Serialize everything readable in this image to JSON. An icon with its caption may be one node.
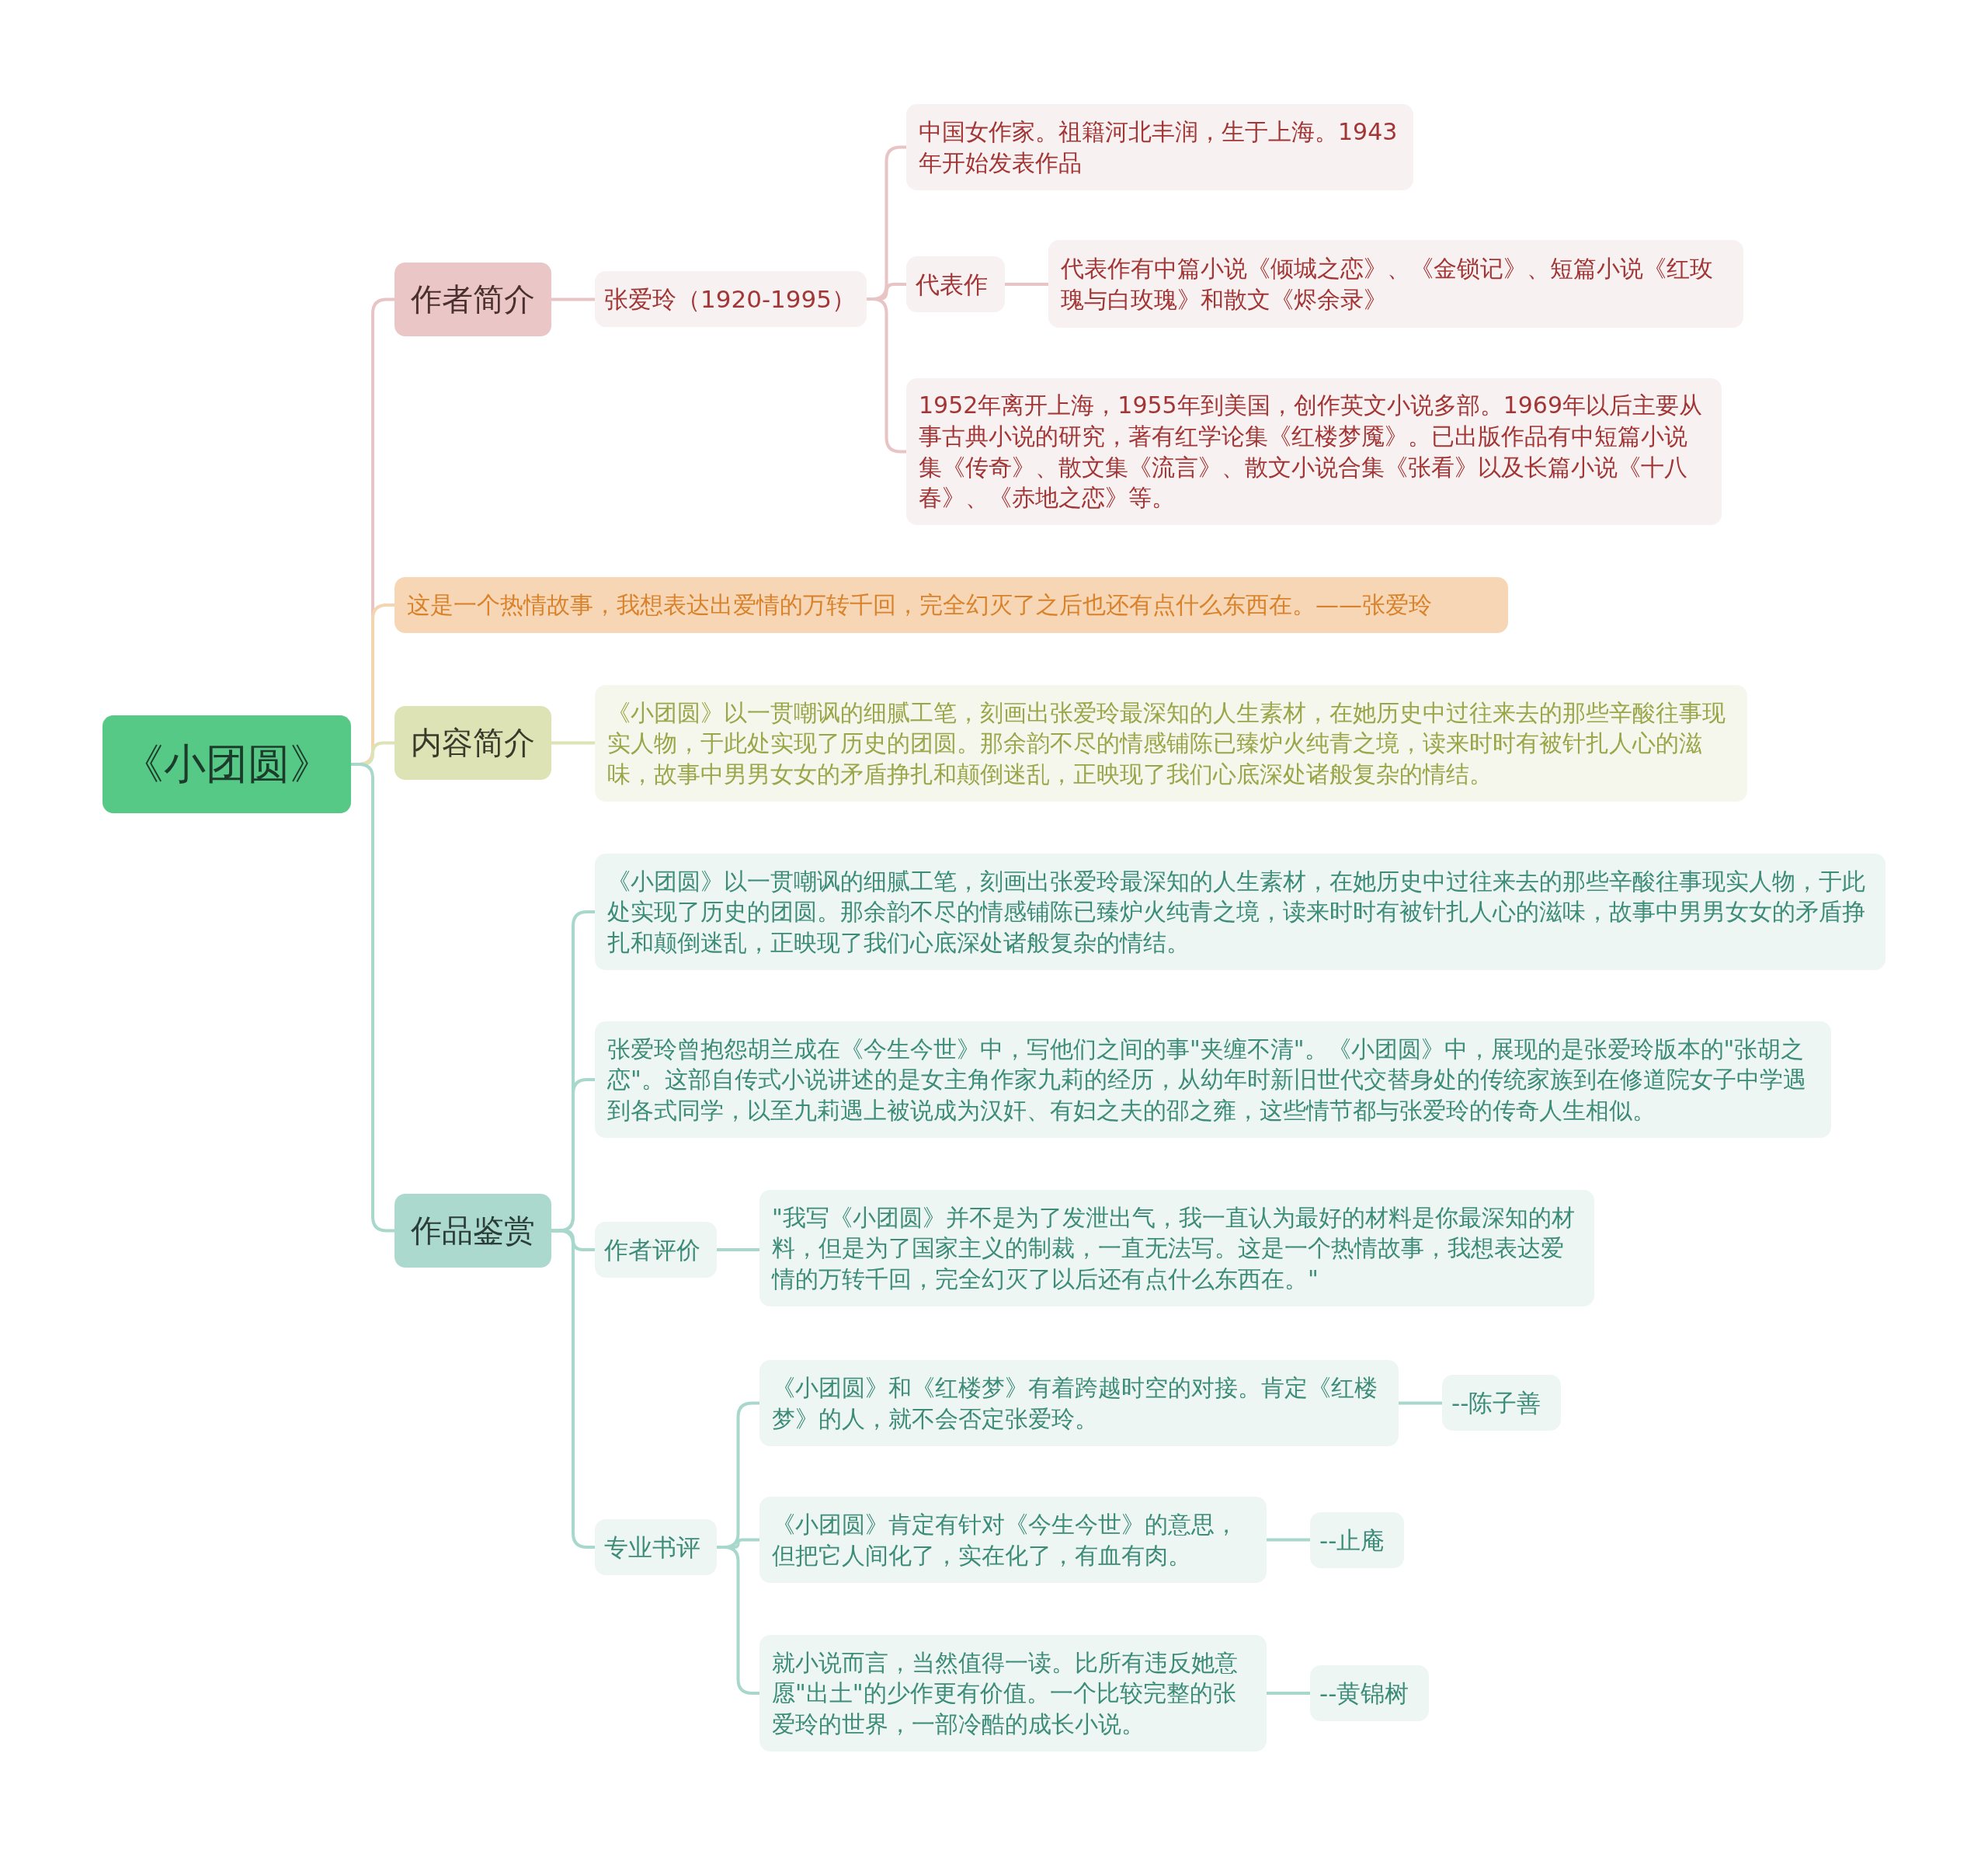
{
  "diagram": {
    "nodes": [
      {
        "text": [
          "《小团圆》"
        ]
      },
      {
        "text": [
          "作者简介"
        ]
      },
      {
        "text": [
          "张爱玲（1920-1995）"
        ]
      },
      {
        "text": [
          "中国女作家。祖籍河北丰润，生于上海。1943年开始发表作品"
        ]
      },
      {
        "text": [
          "代表作"
        ]
      },
      {
        "text": [
          "代表作有中篇小说《倾城之恋》、《金锁记》、短篇小说《红玫瑰与白玫瑰》和散文《烬余录》"
        ]
      },
      {
        "text": [
          "1952年离开上海，1955年到美国，创作英文小说多部。1969年以后主要从事古典小说的研究，著有红学论集《红楼梦魇》。已出版作品有中短篇小说集《传奇》、散文集《流言》、散文小说合集《张看》以及长篇小说《十八春》、《赤地之恋》等。"
        ]
      },
      {
        "text": [
          "这是一个热情故事，我想表达出爱情的万转千回，完全幻灭了之后也还有点什么东西在。——张爱玲"
        ]
      },
      {
        "text": [
          "内容简介"
        ]
      },
      {
        "text": [
          "《小团圆》以一贯嘲讽的细腻工笔，刻画出张爱玲最深知的人生素材，在她历史中过往来去的那些辛酸往事现实人物，于此处实现了历史的团圆。那余韵不尽的情感铺陈已臻炉火纯青之境，读来时时有被针扎人心的滋味，故事中男男女女的矛盾挣扎和颠倒迷乱，正映现了我们心底深处诸般复杂的情结。"
        ]
      },
      {
        "text": [
          "作品鉴赏"
        ]
      },
      {
        "text": [
          "《小团圆》以一贯嘲讽的细腻工笔，刻画出张爱玲最深知的人生素材，在她历史中过往来去的那些辛酸往事现实人物，于此处实现了历史的团圆。那余韵不尽的情感铺陈已臻炉火纯青之境，读来时时有被针扎人心的滋味，故事中男男女女的矛盾挣扎和颠倒迷乱，正映现了我们心底深处诸般复杂的情结。"
        ]
      },
      {
        "text": [
          "张爱玲曾抱怨胡兰成在《今生今世》中，写他们之间的事\"夹缠不清\"。《小团圆》中，展现的是张爱玲版本的\"张胡之恋\"。这部自传式小说讲述的是女主角作家九莉的经历，从幼年时新旧世代交替身处的传统家族到在修道院女子中学遇到各式同学，以至九莉遇上被说成为汉奸、有妇之夫的邵之雍，这些情节都与张爱玲的传奇人生相似。"
        ]
      },
      {
        "text": [
          "作者评价"
        ]
      },
      {
        "text": [
          "\"我写《小团圆》并不是为了发泄出气，我一直认为最好的材料是你最深知的材料，但是为了国家主义的制裁，一直无法写。这是一个热情故事，我想表达爱情的万转千回，完全幻灭了以后还有点什么东西在。\""
        ]
      },
      {
        "text": [
          "专业书评"
        ]
      },
      {
        "text": [
          "《小团圆》和《红楼梦》有着跨越时空的对接。肯定《红楼梦》的人，就不会否定张爱玲。"
        ]
      },
      {
        "text": [
          "--陈子善"
        ]
      },
      {
        "text": [
          "《小团圆》肯定有针对《今生今世》的意思，但把它人间化了，实在化了，有血有肉。"
        ]
      },
      {
        "text": [
          "--止庵"
        ]
      },
      {
        "text": [
          "就小说而言，当然值得一读。比所有违反她意愿\"出土\"的少作更有价值。一个比较完整的张爱玲的世界，一部冷酷的成长小说。"
        ]
      },
      {
        "text": [
          "--黄锦树"
        ]
      }
    ],
    "edges": [
      {
        "from": 0,
        "to": 1,
        "arrow": "none",
        "color": "#e8c4c4"
      },
      {
        "from": 0,
        "to": 7,
        "arrow": "none",
        "color": "#f5d5b0"
      },
      {
        "from": 0,
        "to": 8,
        "arrow": "none",
        "color": "#dde3b5"
      },
      {
        "from": 0,
        "to": 10,
        "arrow": "none"
      },
      {
        "from": 1,
        "to": 2,
        "arrow": "none",
        "color": "#e8c4c4"
      },
      {
        "from": 2,
        "to": 3,
        "arrow": "none",
        "color": "#e8c4c4"
      },
      {
        "from": 2,
        "to": 4,
        "arrow": "none",
        "color": "#e8c4c4"
      },
      {
        "from": 2,
        "to": 6,
        "arrow": "none",
        "color": "#e8c4c4"
      },
      {
        "from": 4,
        "to": 5,
        "arrow": "none",
        "color": "#e8c4c4"
      },
      {
        "from": 8,
        "to": 9,
        "arrow": "none",
        "color": "#dde3b5"
      },
      {
        "from": 10,
        "to": 11,
        "arrow": "none"
      },
      {
        "from": 10,
        "to": 12,
        "arrow": "none"
      },
      {
        "from": 10,
        "to": 13,
        "arrow": "none"
      },
      {
        "from": 10,
        "to": 15,
        "arrow": "none"
      },
      {
        "from": 13,
        "to": 14,
        "arrow": "none"
      },
      {
        "from": 15,
        "to": 16,
        "arrow": "none"
      },
      {
        "from": 15,
        "to": 18,
        "arrow": "none"
      },
      {
        "from": 15,
        "to": 20,
        "arrow": "none"
      },
      {
        "from": 16,
        "to": 17,
        "arrow": "none"
      },
      {
        "from": 18,
        "to": 19,
        "arrow": "none"
      },
      {
        "from": 20,
        "to": 21,
        "arrow": "none"
      }
    ]
  }
}
